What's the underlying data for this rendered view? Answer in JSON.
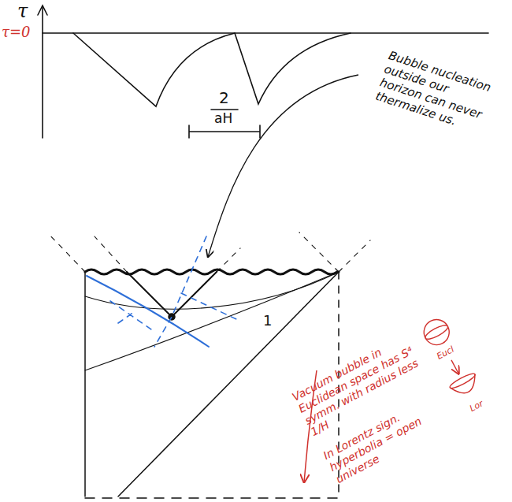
{
  "diagram": {
    "labels": [
      "τ",
      "τ=0",
      "2",
      "aH",
      "Bubble nucleation outside our horizon can never thermalize us.",
      "1",
      "Vacuum bubble in Euclidean space has S⁴ symm. with radius less 1/H",
      "Eucl",
      "In Lorentz sign. hyperbolia = open universe",
      "Lor"
    ]
  }
}
